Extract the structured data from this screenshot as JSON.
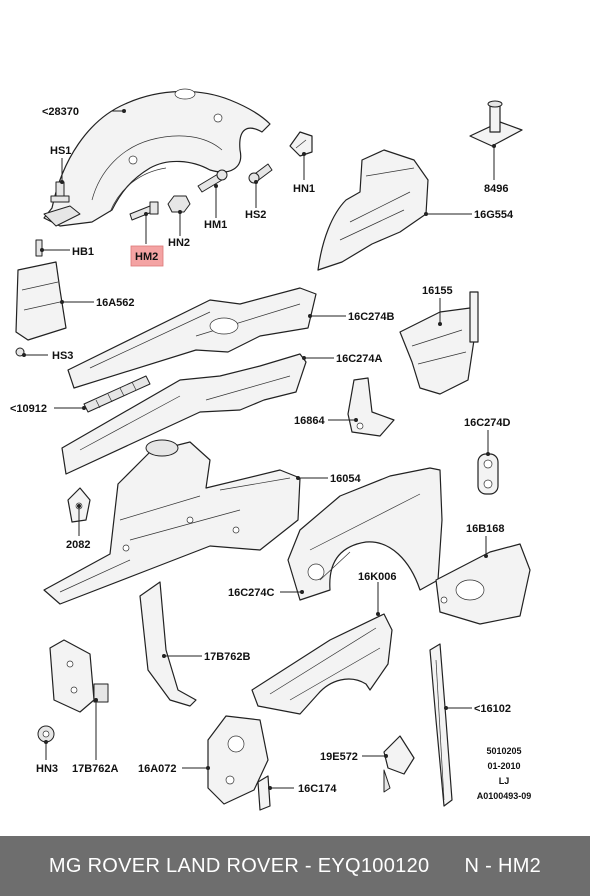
{
  "labels": {
    "l28370": "<28370",
    "hs1": "HS1",
    "hb1": "HB1",
    "hm2": "HM2",
    "hn2": "HN2",
    "hm1": "HM1",
    "hs2": "HS2",
    "hn1": "HN1",
    "p8496": "8496",
    "p16g554": "16G554",
    "p16a562": "16A562",
    "hs3": "HS3",
    "p16c274b": "16C274B",
    "p16155": "16155",
    "p16c274a": "16C274A",
    "l10912": "<10912",
    "p16864": "16864",
    "p16c274d": "16C274D",
    "p16054": "16054",
    "p2082": "2082",
    "p16b168": "16B168",
    "p16k006": "16K006",
    "p16c274c": "16C274C",
    "p17b762b": "17B762B",
    "l16102": "<16102",
    "hn3": "HN3",
    "p17b762a": "17B762A",
    "p16a072": "16A072",
    "p19e572": "19E572",
    "p16c174": "16C174"
  },
  "codes": {
    "c1": "5010205",
    "c2": "01-2010",
    "c3": "LJ",
    "c4": "A0100493-09"
  },
  "highlight_color": "#f4a3a3",
  "footer": {
    "text": "MG ROVER LAND ROVER - EYQ100120      N - HM2",
    "background": "#6e6e6e"
  }
}
